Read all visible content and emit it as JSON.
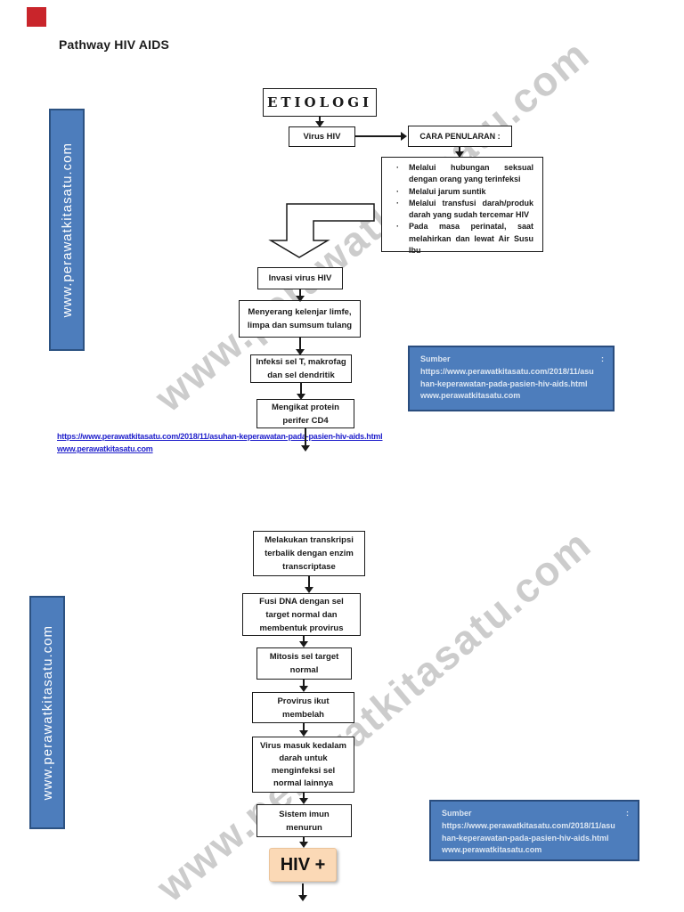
{
  "page": {
    "title": "Pathway HIV AIDS",
    "banner_text": "www.perawatkitasatu.com",
    "watermark_text": "www.perawatkitasatu.com"
  },
  "flowchart1": {
    "etiologi": "ETIOLOGI",
    "virus_hiv": "Virus HIV",
    "cara_penularan": "CARA PENULARAN :",
    "bullets": [
      "Melalui hubungan seksual dengan orang yang terinfeksi",
      "Melalui jarum suntik",
      "Melalui transfusi darah/produk darah yang sudah tercemar HIV",
      "Pada masa perinatal, saat melahirkan dan lewat Air Susu Ibu"
    ],
    "invasi": "Invasi virus HIV",
    "menyerang": "Menyerang kelenjar limfe, limpa dan sumsum tulang",
    "infeksi": "Infeksi sel T, makrofag dan sel dendritik",
    "mengikat": "Mengikat protein perifer CD4"
  },
  "links": {
    "url_full": "https://www.perawatkitasatu.com/2018/11/asuhan-keperawatan-pada-pasien-hiv-aids.html",
    "url_short": "www.perawatkitasatu.com"
  },
  "sumber": {
    "label": "Sumber",
    "colon": ":",
    "line1": "https://www.perawatkitasatu.com/2018/11/asu",
    "line2": "han-keperawatan-pada-pasien-hiv-aids.html",
    "line3": "www.perawatkitasatu.com"
  },
  "flowchart2": {
    "steps": [
      "Melakukan transkripsi terbalik dengan enzim transcriptase",
      "Fusi DNA dengan sel target normal dan membentuk provirus",
      "Mitosis sel target normal",
      "Provirus ikut membelah",
      "Virus masuk kedalam darah untuk menginfeksi sel normal lainnya",
      "Sistem imun menurun"
    ],
    "hiv_plus": "HIV +"
  },
  "colors": {
    "banner_blue": "#4D7DBC",
    "banner_border": "#2C5282",
    "hiv_fill": "#FBD9B6",
    "link_blue": "#2222CC",
    "red_marker": "#C9252B"
  }
}
